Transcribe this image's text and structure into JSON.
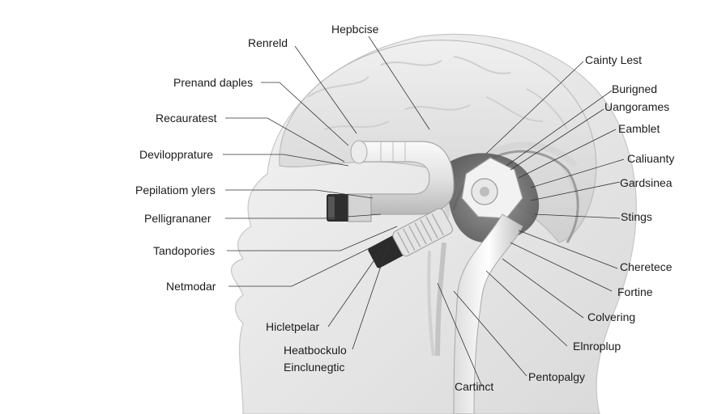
{
  "labels": {
    "left": [
      "Renreld",
      "Prenand daples",
      "Recauratest",
      "Devilopprature",
      "Pepilatiom ylers",
      "Pelligrananer",
      "Tandopories",
      "Netmodar"
    ],
    "top": "Hepbcise",
    "right": [
      "Cainty Lest",
      "Burigned",
      "Uangorames",
      "Eamblet",
      "Caliuanty",
      "Gardsinea",
      "Stings",
      "Cheretece",
      "Fortine",
      "Colvering",
      "Elnroplup",
      "Pentopalgy"
    ],
    "bottom": [
      "Hicletpelar",
      "Heatbockulo",
      "Einclunegtic",
      "Cartinct"
    ]
  }
}
